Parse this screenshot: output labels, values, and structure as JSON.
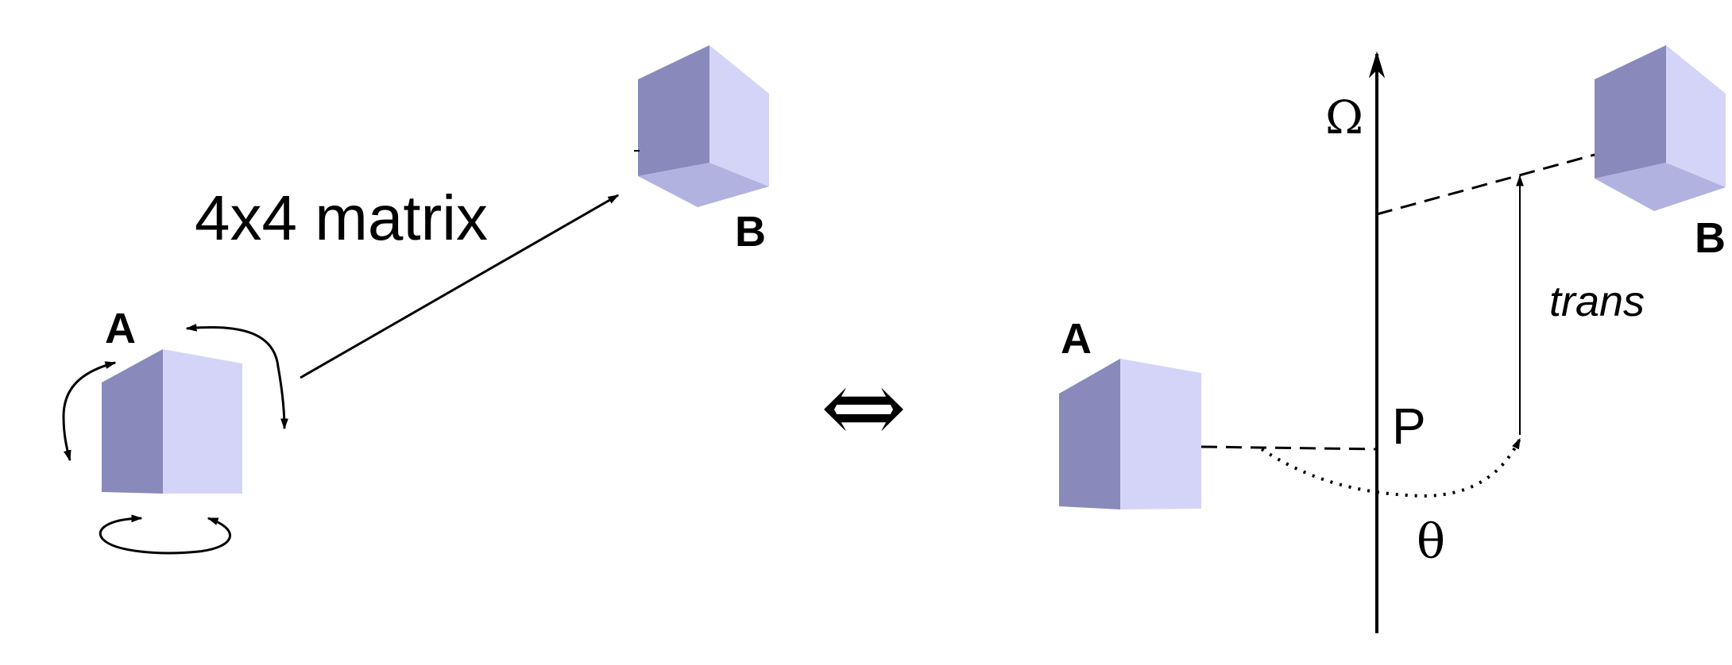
{
  "colors": {
    "cube_left": "#8989bb",
    "cube_right": "#d4d4f8",
    "cube_top": "#b0b0dc",
    "cube_bottom": "#b2b2e0",
    "ink": "#000000",
    "background": "#ffffff"
  },
  "left": {
    "cube_a_label": "A",
    "cube_b_label": "B",
    "matrix_label": "4x4 matrix"
  },
  "center": {
    "equivalence_symbol": "⇔"
  },
  "right": {
    "axis_label": "Ω",
    "point_label": "P",
    "angle_label": "θ",
    "translation_label": "trans",
    "cube_a_label": "A",
    "cube_b_label": "B"
  }
}
